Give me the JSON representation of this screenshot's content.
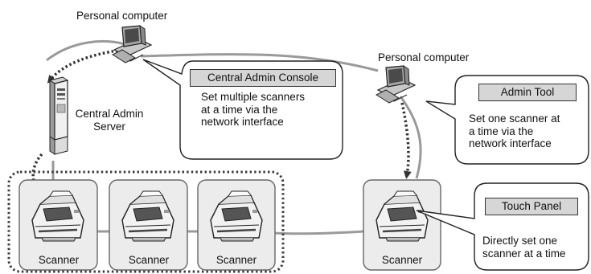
{
  "labels": {
    "pc_top": "Personal computer",
    "pc_right": "Personal computer",
    "server": [
      "Central Admin",
      "Server"
    ]
  },
  "callouts": {
    "central_console": {
      "tag": "Central Admin Console",
      "lines": [
        "Set multiple scanners",
        "at a time via the",
        "network interface"
      ]
    },
    "admin_tool": {
      "tag": "Admin Tool",
      "lines": [
        "Set one scanner at",
        "a time via the",
        "network interface"
      ]
    },
    "touch_panel": {
      "tag": "Touch Panel",
      "lines": [
        "Directly set one",
        "scanner at a time"
      ]
    }
  },
  "scanners": [
    "Scanner",
    "Scanner",
    "Scanner",
    "Scanner"
  ],
  "colors": {
    "network_line": "#9a9a9a",
    "dotted_arrow": "#333333",
    "scanner_box_fill": "#ececec",
    "tag_fill": "#d6d6d6"
  },
  "icons": [
    "computer-icon",
    "server-icon",
    "scanner-icon"
  ]
}
